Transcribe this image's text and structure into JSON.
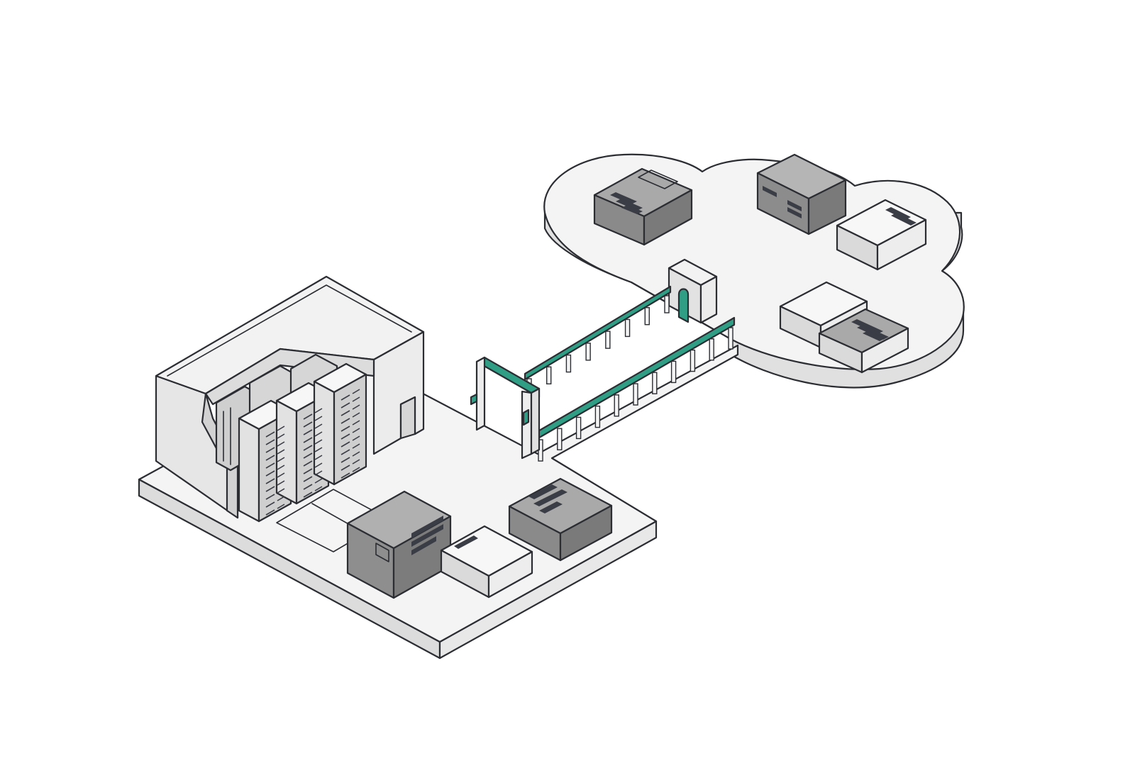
{
  "colors": {
    "background": "#ffffff",
    "outline": "#2b2d33",
    "floor_top": "#f4f4f4",
    "floor_side": "#dcdcdc",
    "wall_light": "#ececec",
    "wall_mid": "#d2d2d2",
    "box_dark_top": "#a9a9a9",
    "box_dark_side": "#7f7f7f",
    "box_light_top": "#f7f7f7",
    "box_light_side": "#d8d8d8",
    "accent_green": "#2f9e84",
    "label_dark": "#3a3d45"
  },
  "scene": {
    "on_premises": {
      "building": "building-icon",
      "server_racks": 5,
      "appliances": [
        "appliance-dark",
        "appliance-light",
        "appliance-dark-flat"
      ]
    },
    "gateway": {
      "arch": "arch-gateway-icon",
      "bridge": "bridge-icon",
      "rails": 2
    },
    "cloud": {
      "shape": "cloud-icon",
      "appliances": [
        "appliance-dark-flat",
        "appliance-dark",
        "appliance-light",
        "appliance-light-pair"
      ]
    }
  }
}
